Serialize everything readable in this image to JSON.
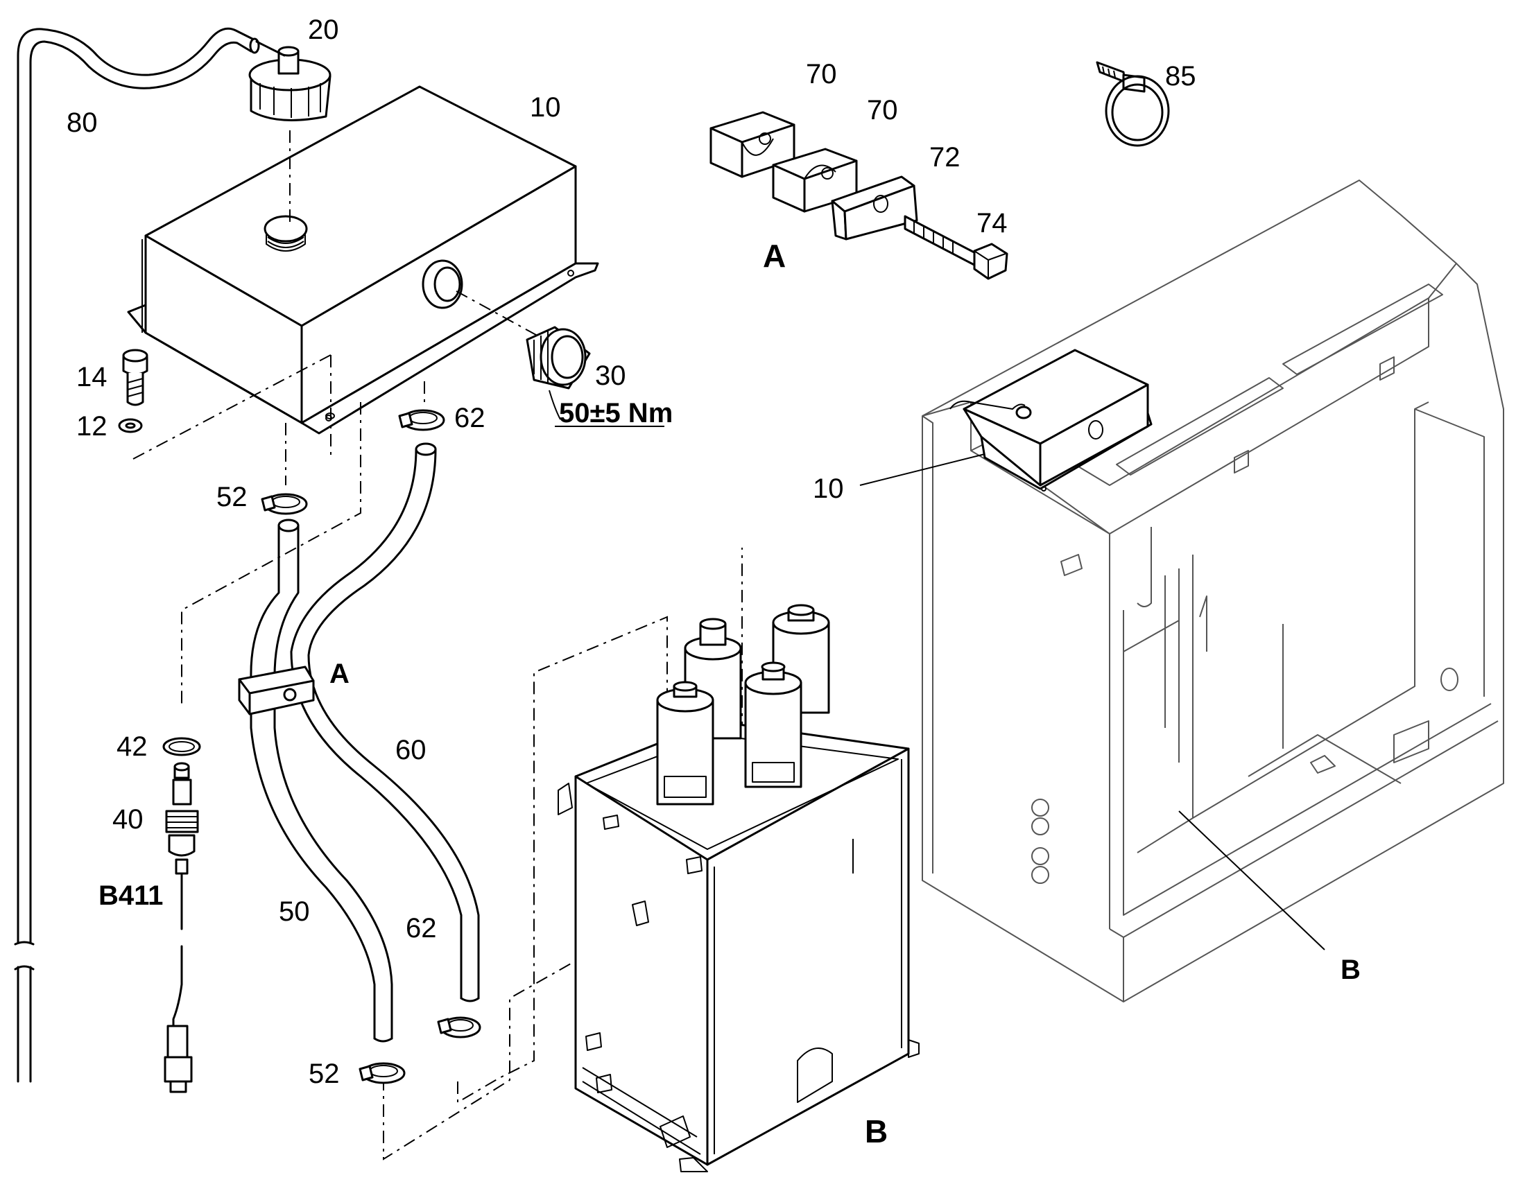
{
  "callouts": {
    "c10_left": "10",
    "c10_right": "10",
    "c12": "12",
    "c14": "14",
    "c20": "20",
    "c30": "30",
    "c40": "40",
    "c42": "42",
    "c50": "50",
    "c52_top": "52",
    "c52_bottom": "52",
    "c60": "60",
    "c62_top": "62",
    "c62_bottom": "62",
    "c70_a": "70",
    "c70_b": "70",
    "c72": "72",
    "c74": "74",
    "c80": "80",
    "c85": "85",
    "b411": "B411",
    "a_clamp": "A",
    "a_detail": "A",
    "b_module": "B",
    "b_frame": "B"
  },
  "torque_spec": "50±5 Nm"
}
